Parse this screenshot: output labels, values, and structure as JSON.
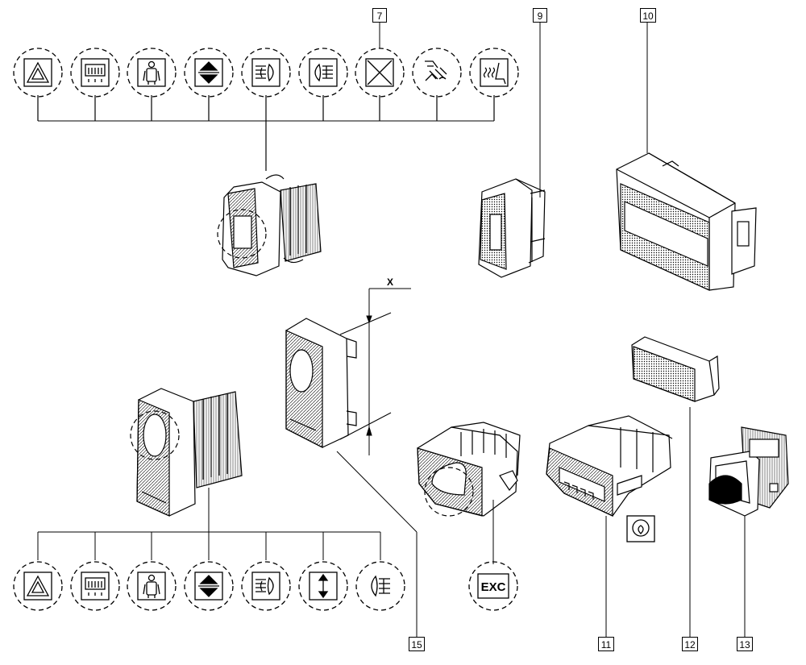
{
  "callouts": {
    "c7": "7",
    "c9": "9",
    "c10": "10",
    "c11": "11",
    "c12": "12",
    "c13": "13",
    "c15": "15"
  },
  "axis_label": "X",
  "exc_label": "EXC",
  "top_symbols": [
    "hazard-icon",
    "rear-defrost-icon",
    "seatbelt-icon",
    "up-down-arrow-icon",
    "front-fog-light-icon",
    "rear-fog-light-icon",
    "cross-blank-icon",
    "fan-heater-icon",
    "heated-seat-icon"
  ],
  "bottom_symbols": [
    "hazard-icon",
    "rear-defrost-icon",
    "seatbelt-icon",
    "up-down-arrow-icon",
    "front-fog-light-icon",
    "height-adjust-icon",
    "rear-fog-light-icon"
  ]
}
